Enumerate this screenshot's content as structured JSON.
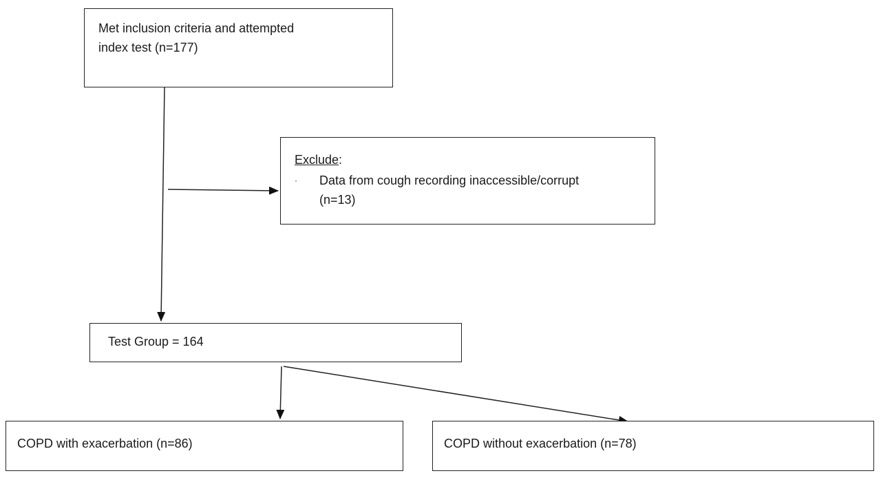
{
  "flowchart": {
    "start": {
      "lines": [
        "Met inclusion criteria and attempted",
        "index test (n=177)"
      ]
    },
    "exclude": {
      "title": "Exclude",
      "title_suffix": ":",
      "bullet": "·",
      "item_lines": [
        "Data from cough recording  inaccessible/corrupt",
        "(n=13)"
      ]
    },
    "test_group": {
      "label": "Test Group = 164"
    },
    "outcomes": [
      {
        "label": "COPD  with exacerbation (n=86)"
      },
      {
        "label": "COPD  without exacerbation (n=78)"
      }
    ]
  }
}
